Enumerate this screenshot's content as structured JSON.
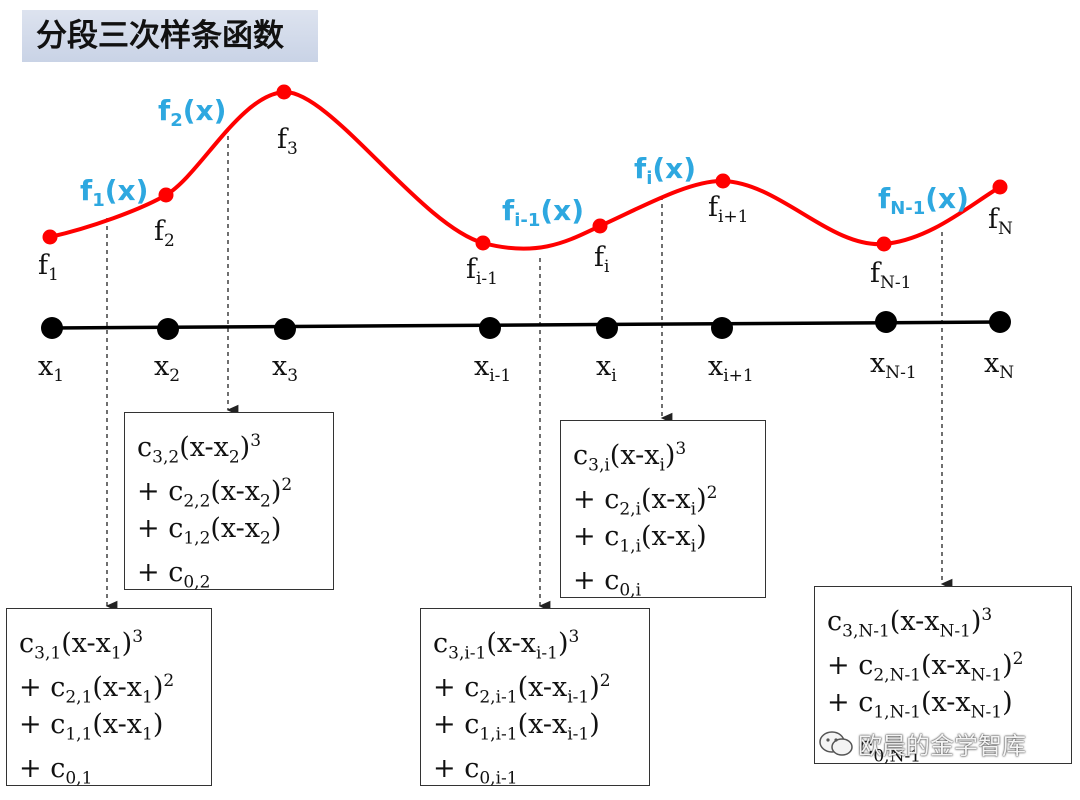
{
  "title": "分段三次样条函数",
  "curve_labels": [
    {
      "base": "f",
      "sub": "1",
      "tail": "(x)"
    },
    {
      "base": "f",
      "sub": "2",
      "tail": "(x)"
    },
    {
      "base": "f",
      "sub": "i-1",
      "tail": "(x)"
    },
    {
      "base": "f",
      "sub": "i",
      "tail": "(x)"
    },
    {
      "base": "f",
      "sub": "N-1",
      "tail": "(x)"
    }
  ],
  "f_labels": [
    {
      "base": "f",
      "sub": "1"
    },
    {
      "base": "f",
      "sub": "2"
    },
    {
      "base": "f",
      "sub": "3"
    },
    {
      "base": "f",
      "sub": "i-1"
    },
    {
      "base": "f",
      "sub": "i"
    },
    {
      "base": "f",
      "sub": "i+1"
    },
    {
      "base": "f",
      "sub": "N-1"
    },
    {
      "base": "f",
      "sub": "N"
    }
  ],
  "x_labels": [
    {
      "base": "x",
      "sub": "1"
    },
    {
      "base": "x",
      "sub": "2"
    },
    {
      "base": "x",
      "sub": "3"
    },
    {
      "base": "x",
      "sub": "i-1"
    },
    {
      "base": "x",
      "sub": "i"
    },
    {
      "base": "x",
      "sub": "i+1"
    },
    {
      "base": "x",
      "sub": "N-1"
    },
    {
      "base": "x",
      "sub": "N"
    }
  ],
  "boxes": [
    {
      "k": "1"
    },
    {
      "k": "2"
    },
    {
      "k": "i-1"
    },
    {
      "k": "i"
    },
    {
      "k": "N-1"
    }
  ],
  "watermark": "欧晨的金学智库",
  "colors": {
    "curve": "#ff0000",
    "label": "#2ea8e0",
    "axis": "#000000"
  }
}
